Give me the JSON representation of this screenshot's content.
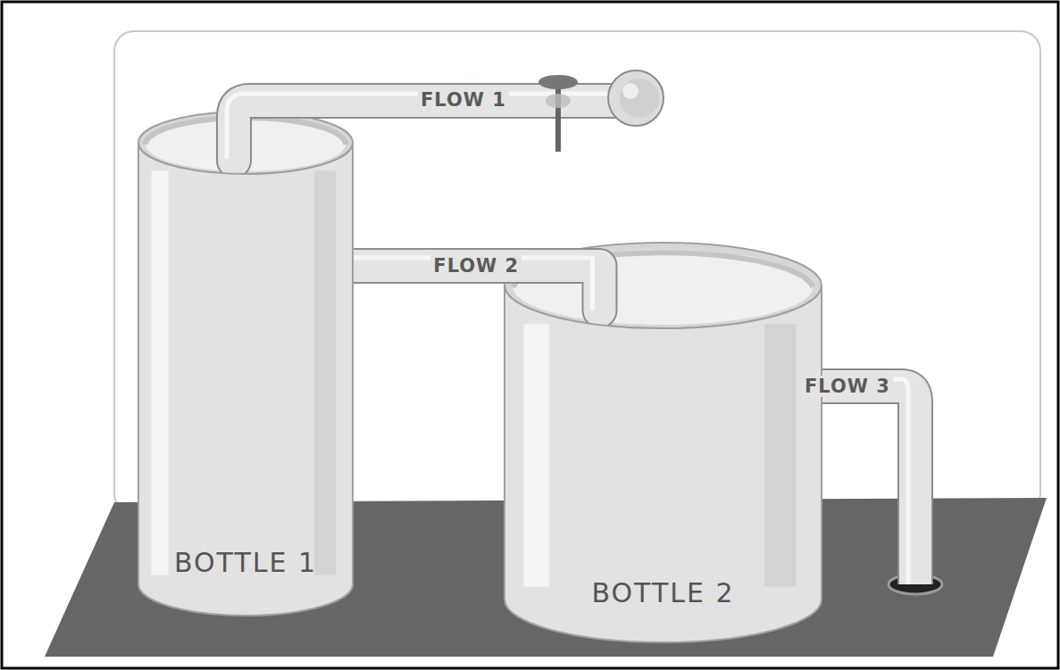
{
  "diagram": {
    "nodes": [
      {
        "text": [
          "BOTTLE 1"
        ]
      },
      {
        "text": [
          "BOTTLE 2"
        ]
      }
    ],
    "edges": [
      {
        "from": 0,
        "to": 1,
        "arrow": "none",
        "label": "FLOW 2"
      }
    ],
    "labels": [
      "FLOW 1",
      "FLOW 3"
    ]
  }
}
